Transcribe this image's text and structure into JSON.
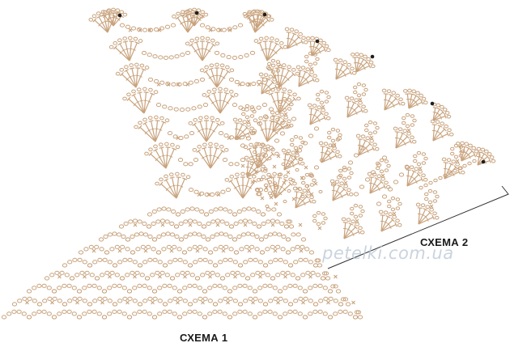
{
  "labels": {
    "scheme_1": "СХЕМА 1",
    "scheme_2": "СХЕМА 2"
  },
  "watermark": "petelki.com.ua",
  "colors": {
    "stitch": "#c8a27c",
    "marker": "#1e1e1e",
    "pointer_line": "#333333",
    "text": "#1a1a1a"
  },
  "symbols": [
    "chain-stitch",
    "double-crochet",
    "single-crochet",
    "picot",
    "start-marker"
  ]
}
